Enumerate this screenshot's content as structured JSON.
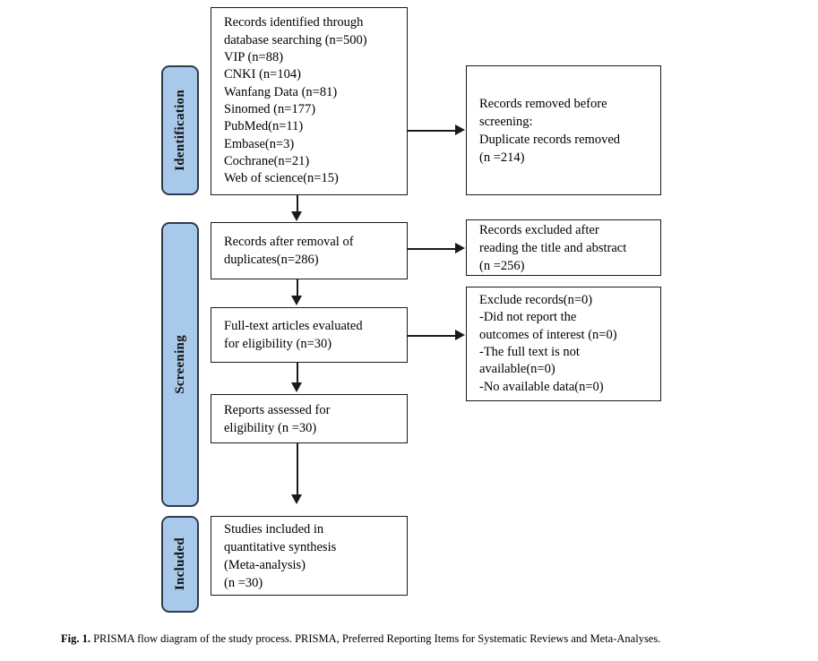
{
  "figure": {
    "caption_label": "Fig. 1.",
    "caption_text": "PRISMA flow diagram of the study process. PRISMA, Preferred Reporting Items for Systematic Reviews and Meta-Analyses."
  },
  "colors": {
    "stage_fill": "#a9c9ea",
    "stage_border": "#2f3b4c",
    "box_border": "#1a1a1a",
    "text": "#000000"
  },
  "stages": [
    {
      "key": "identification",
      "label": "Identification"
    },
    {
      "key": "screening",
      "label": "Screening"
    },
    {
      "key": "included",
      "label": "Included"
    }
  ],
  "boxes": {
    "identified": {
      "text": "Records identified through\ndatabase searching (n=500)\nVIP  (n=88)\nCNKI  (n=104)\nWanfang Data  (n=81)\nSinomed  (n=177)\nPubMed(n=11)\nEmbase(n=3)\nCochrane(n=21)\nWeb of science(n=15)"
    },
    "removed": {
      "text": "Records removed before\nscreening:\nDuplicate records removed\n(n =214)"
    },
    "after_removal": {
      "text": "Records after removal of\nduplicates(n=286)"
    },
    "excluded_title_abstract": {
      "text": "Records excluded after\nreading the title and abstract\n(n =256)"
    },
    "fulltext": {
      "text": "Full-text articles evaluated\nfor eligibility (n=30)"
    },
    "exclude_records": {
      "text": "Exclude records(n=0)\n-Did not report the\noutcomes of interest (n=0)\n-The full text is not\navailable(n=0)\n-No available data(n=0)"
    },
    "reports": {
      "text": "Reports assessed for\neligibility (n =30)"
    },
    "studies": {
      "text": "Studies included in\nquantitative synthesis\n(Meta-analysis)\n(n =30)"
    }
  },
  "chart_data": {
    "type": "diagram",
    "title": "PRISMA flow diagram of the study process",
    "nodes": [
      {
        "id": "identified",
        "stage": "Identification",
        "label": "Records identified through database searching",
        "n": 500,
        "sources": [
          {
            "name": "VIP",
            "n": 88
          },
          {
            "name": "CNKI",
            "n": 104
          },
          {
            "name": "Wanfang Data",
            "n": 81
          },
          {
            "name": "Sinomed",
            "n": 177
          },
          {
            "name": "PubMed",
            "n": 11
          },
          {
            "name": "Embase",
            "n": 3
          },
          {
            "name": "Cochrane",
            "n": 21
          },
          {
            "name": "Web of science",
            "n": 15
          }
        ]
      },
      {
        "id": "removed",
        "stage": "Identification",
        "label": "Records removed before screening: Duplicate records removed",
        "n": 214
      },
      {
        "id": "after_removal",
        "stage": "Screening",
        "label": "Records after removal of duplicates",
        "n": 286
      },
      {
        "id": "excluded_title_abstract",
        "stage": "Screening",
        "label": "Records excluded after reading the title and abstract",
        "n": 256
      },
      {
        "id": "fulltext",
        "stage": "Screening",
        "label": "Full-text articles evaluated for eligibility",
        "n": 30
      },
      {
        "id": "exclude_records",
        "stage": "Screening",
        "label": "Exclude records",
        "n": 0,
        "reasons": [
          {
            "name": "Did not report the outcomes of interest",
            "n": 0
          },
          {
            "name": "The full text is not available",
            "n": 0
          },
          {
            "name": "No available data",
            "n": 0
          }
        ]
      },
      {
        "id": "reports",
        "stage": "Screening",
        "label": "Reports assessed for eligibility",
        "n": 30
      },
      {
        "id": "studies",
        "stage": "Included",
        "label": "Studies included in quantitative synthesis (Meta-analysis)",
        "n": 30
      }
    ],
    "edges": [
      {
        "from": "identified",
        "to": "removed",
        "direction": "right"
      },
      {
        "from": "identified",
        "to": "after_removal",
        "direction": "down"
      },
      {
        "from": "after_removal",
        "to": "excluded_title_abstract",
        "direction": "right"
      },
      {
        "from": "after_removal",
        "to": "fulltext",
        "direction": "down"
      },
      {
        "from": "fulltext",
        "to": "exclude_records",
        "direction": "right"
      },
      {
        "from": "fulltext",
        "to": "reports",
        "direction": "down"
      },
      {
        "from": "reports",
        "to": "studies",
        "direction": "down"
      }
    ]
  }
}
